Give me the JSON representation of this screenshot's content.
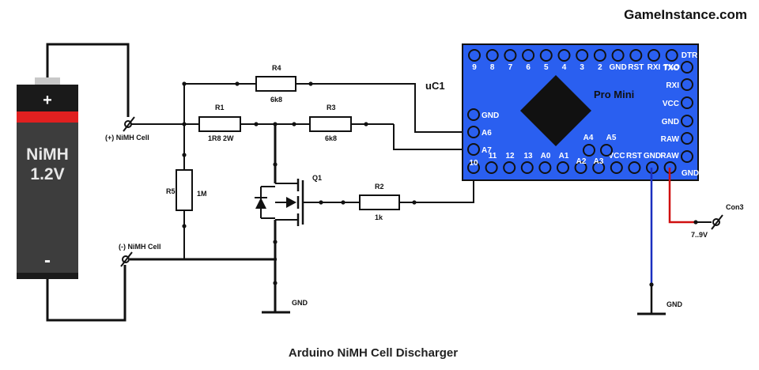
{
  "brand": "GameInstance.com",
  "title": "Arduino NiMH Cell Discharger",
  "battery": {
    "plus": "+",
    "minus": "-",
    "chem": "NiMH",
    "voltage": "1.2V"
  },
  "terminals": {
    "pos": "(+) NiMH Cell",
    "neg": "(-) NiMH Cell",
    "con3": "Con3",
    "con3_voltage": "7..9V"
  },
  "components": {
    "r1": "R1",
    "r1_value": "1R8 2W",
    "r2": "R2",
    "r2_value": "1k",
    "r3": "R3",
    "r3_value": "6k8",
    "r4": "R4",
    "r4_value": "6k8",
    "r5": "R5",
    "r5_value": "1M",
    "q1": "Q1",
    "gnd_left": "GND",
    "gnd_right": "GND"
  },
  "arduino": {
    "ref": "uC1",
    "name": "Pro Mini",
    "top_pins": [
      "9",
      "8",
      "7",
      "6",
      "5",
      "4",
      "3",
      "2",
      "GND",
      "RST",
      "RXI",
      "TXO",
      "DTR"
    ],
    "right_pins": [
      "TXO",
      "RXI",
      "VCC",
      "GND",
      "RAW",
      "GND"
    ],
    "left_pins": [
      "GND",
      "A6",
      "A7"
    ],
    "bottom_pins": [
      "10",
      "11",
      "12",
      "13",
      "A0",
      "A1",
      "A2",
      "A3",
      "VCC",
      "RST",
      "GND",
      "RAW"
    ],
    "inner_pins": [
      "A4",
      "A5"
    ]
  },
  "colors": {
    "board": "#2a5ff0",
    "battery_body": "#3d3d3d",
    "battery_band": "#e02020",
    "gnd_wire": "#1a2fc0",
    "raw_wire": "#d01010"
  }
}
